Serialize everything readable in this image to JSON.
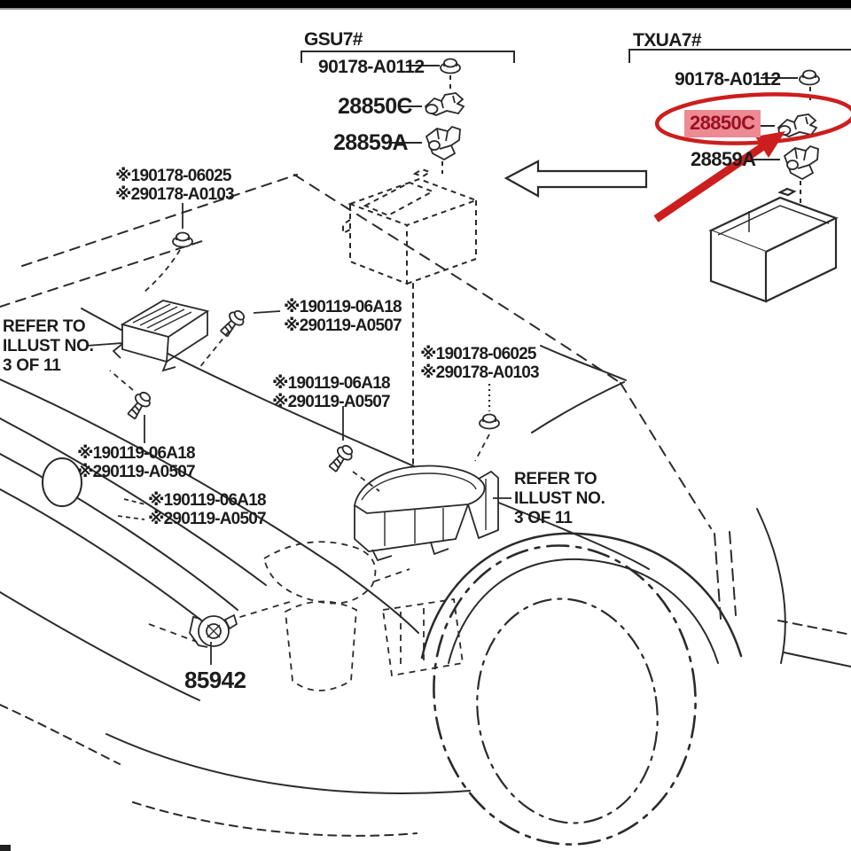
{
  "window": {
    "top_bar_color": "#000000"
  },
  "variant_groups": [
    {
      "id": "gsu7",
      "code": "GSU7#",
      "parts": [
        {
          "number": "90178-A0112",
          "part_kind": "nut"
        },
        {
          "number": "28850C",
          "part_kind": "battery-clamp"
        },
        {
          "number": "28859A",
          "part_kind": "battery-clamp-bracket"
        }
      ]
    },
    {
      "id": "txua7",
      "code": "TXUA7#",
      "parts": [
        {
          "number": "90178-A0112",
          "part_kind": "nut"
        },
        {
          "number": "28850C",
          "part_kind": "battery-clamp",
          "highlighted": true
        },
        {
          "number": "28859A",
          "part_kind": "battery-clamp-bracket"
        }
      ]
    }
  ],
  "callouts": [
    {
      "id": "c1",
      "line1": "※190178-06025",
      "line2": "※290178-A0103"
    },
    {
      "id": "c2",
      "line1": "※190119-06A18",
      "line2": "※290119-A0507"
    },
    {
      "id": "c3",
      "line1": "※190119-06A18",
      "line2": "※290119-A0507"
    },
    {
      "id": "c4",
      "line1": "※190119-06A18",
      "line2": "※290119-A0507"
    },
    {
      "id": "c5",
      "line1": "※190119-06A18",
      "line2": "※290119-A0507"
    },
    {
      "id": "c6",
      "line1": "※190178-06025",
      "line2": "※290178-A0103"
    }
  ],
  "refer_notes": [
    {
      "line1": "REFER TO",
      "line2": "ILLUST NO.",
      "line3": "3 OF 11"
    },
    {
      "line1": "REFER TO",
      "line2": "ILLUST NO.",
      "line3": "3 OF 11"
    }
  ],
  "standalone_parts": [
    {
      "number": "85942",
      "part_kind": "horn"
    }
  ],
  "annotations": {
    "highlighted_part": "28850C",
    "highlight_bg": "#ec8b94",
    "highlight_text_color": "#9c1020",
    "marker_color": "#cc1e1e"
  },
  "line_art": {
    "ink": "#2a2a2a"
  }
}
